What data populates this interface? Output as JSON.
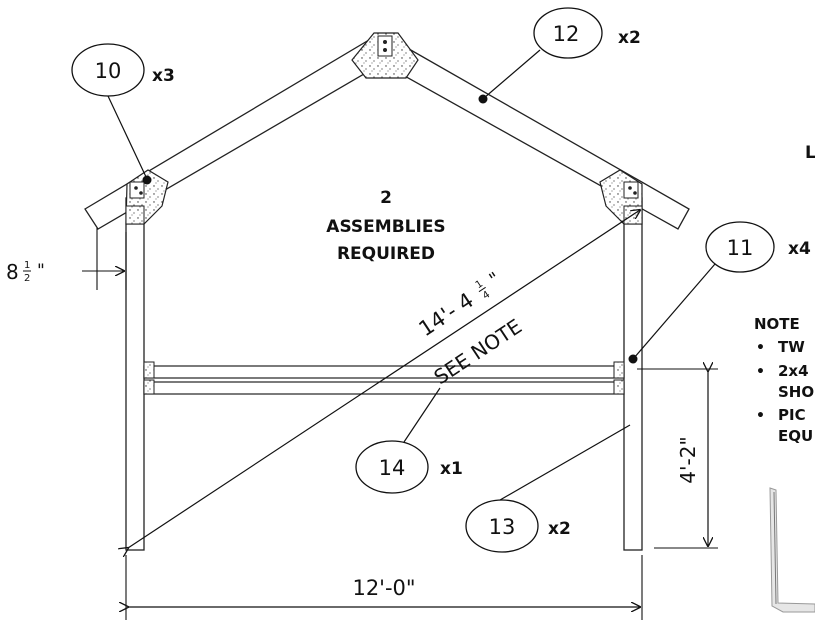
{
  "callouts": {
    "c10": {
      "num": "10",
      "qty": "x3"
    },
    "c12": {
      "num": "12",
      "qty": "x2"
    },
    "c11": {
      "num": "11",
      "qty": "x4"
    },
    "c14": {
      "num": "14",
      "qty": "x1"
    },
    "c13": {
      "num": "13",
      "qty": "x2"
    }
  },
  "assembly_note": {
    "line1": "2",
    "line2": "ASSEMBLIES",
    "line3": "REQUIRED"
  },
  "dimensions": {
    "diagonal": "14'- 4",
    "diagonal_frac_num": "1",
    "diagonal_frac_den": "4",
    "diagonal_inch": "\"",
    "see_note": "SEE NOTE",
    "offset": "8",
    "offset_frac_num": "1",
    "offset_frac_den": "2",
    "offset_inch": "\"",
    "height": "4'-2\"",
    "width": "12'-0\""
  },
  "cut_off": {
    "side_letter": "L",
    "notes_title": "NOTE",
    "bullet1": "TW",
    "bullet2a": "2x4",
    "bullet2b": "SHO",
    "bullet3a": "PIC",
    "bullet3b": "EQU"
  }
}
